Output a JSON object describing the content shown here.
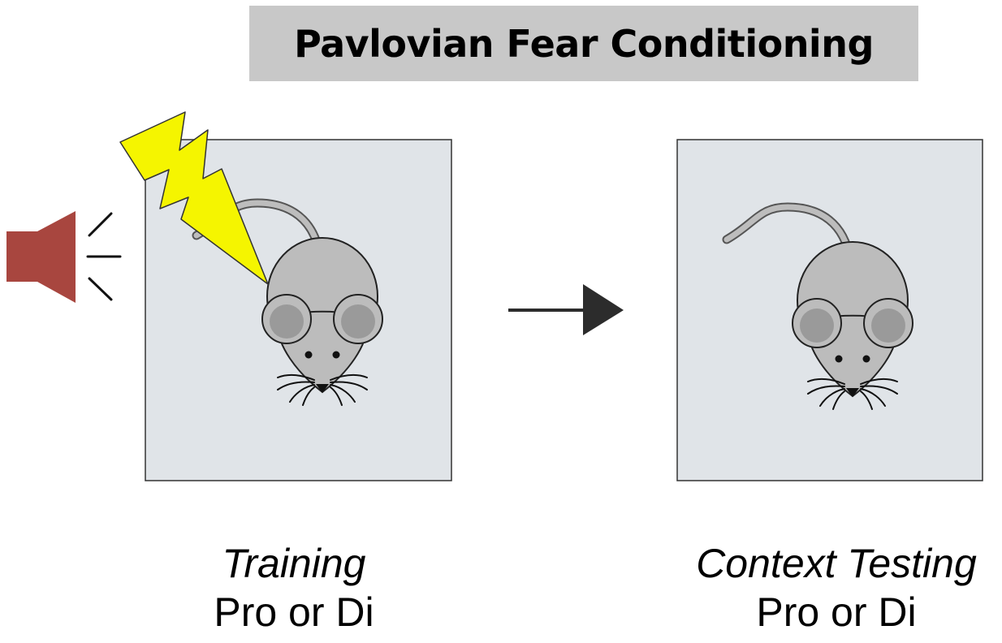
{
  "title": "Pavlovian Fear Conditioning",
  "panels": [
    {
      "phase": "Training",
      "drug": "Pro or Di"
    },
    {
      "phase": "Context Testing",
      "drug": "Pro or Di"
    }
  ],
  "icons": [
    "speaker-icon",
    "lightning-bolt-icon",
    "mouse-icon",
    "arrow-right-icon"
  ],
  "colors": {
    "banner": "#c8c8c8",
    "chamber": "#e0e4e8",
    "speaker": "#a8463f",
    "lightning": "#f5f500",
    "mouse": "#bcbcbc",
    "arrow": "#2c2c2c"
  }
}
